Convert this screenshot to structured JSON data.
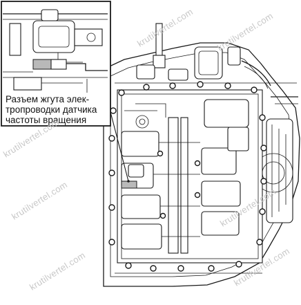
{
  "callout": {
    "lines": [
      "Разъем жгута элек-",
      "тропроводки датчика",
      "частоты вращения"
    ]
  },
  "watermark": {
    "text": "krutilvertel.com"
  }
}
